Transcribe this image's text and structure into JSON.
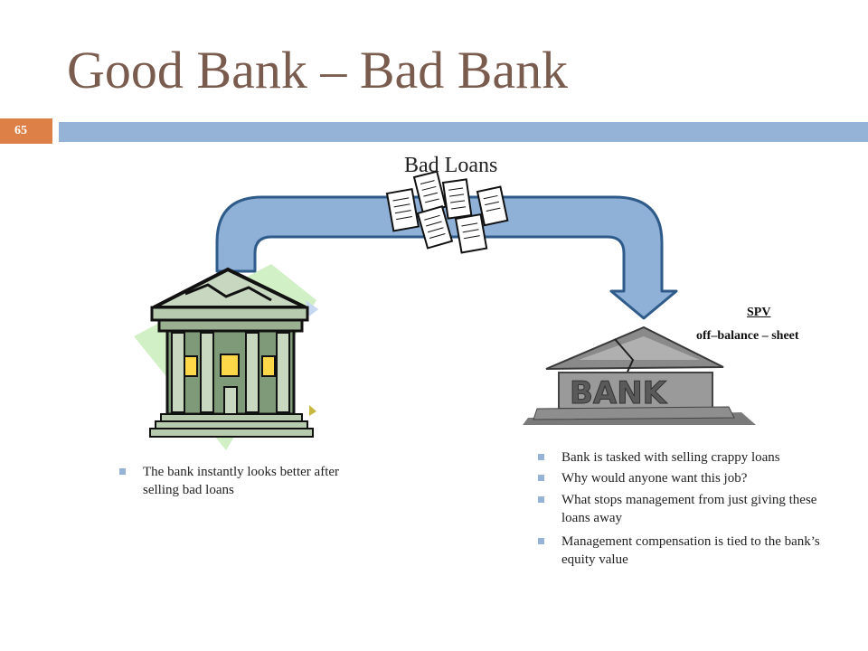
{
  "slide": {
    "title": "Good Bank – Bad Bank",
    "number": "65"
  },
  "diagram": {
    "arrow_label": "Bad Loans",
    "spv_label": "SPV",
    "off_balance_label": "off–balance – sheet",
    "bad_bank_sign": "BANK"
  },
  "left_bullets": [
    "The bank instantly looks better  after selling bad loans"
  ],
  "right_bullets": [
    "Bank is tasked with selling crappy loans",
    "Why would anyone want this job?",
    "What stops management from just giving these loans away",
    "Management compensation is tied to the bank’s equity value"
  ],
  "colors": {
    "accent_blue": "#95b3d7",
    "arrow_blue": "#8fb1d8",
    "arrow_outline": "#2f5b8a",
    "slide_number_box": "#dd8048",
    "title_text": "#7a5c4e",
    "bank_green": "#b7ccae"
  },
  "icons": [
    "good-bank-building-icon",
    "bad-bank-ruin-icon",
    "loan-documents-icon"
  ]
}
